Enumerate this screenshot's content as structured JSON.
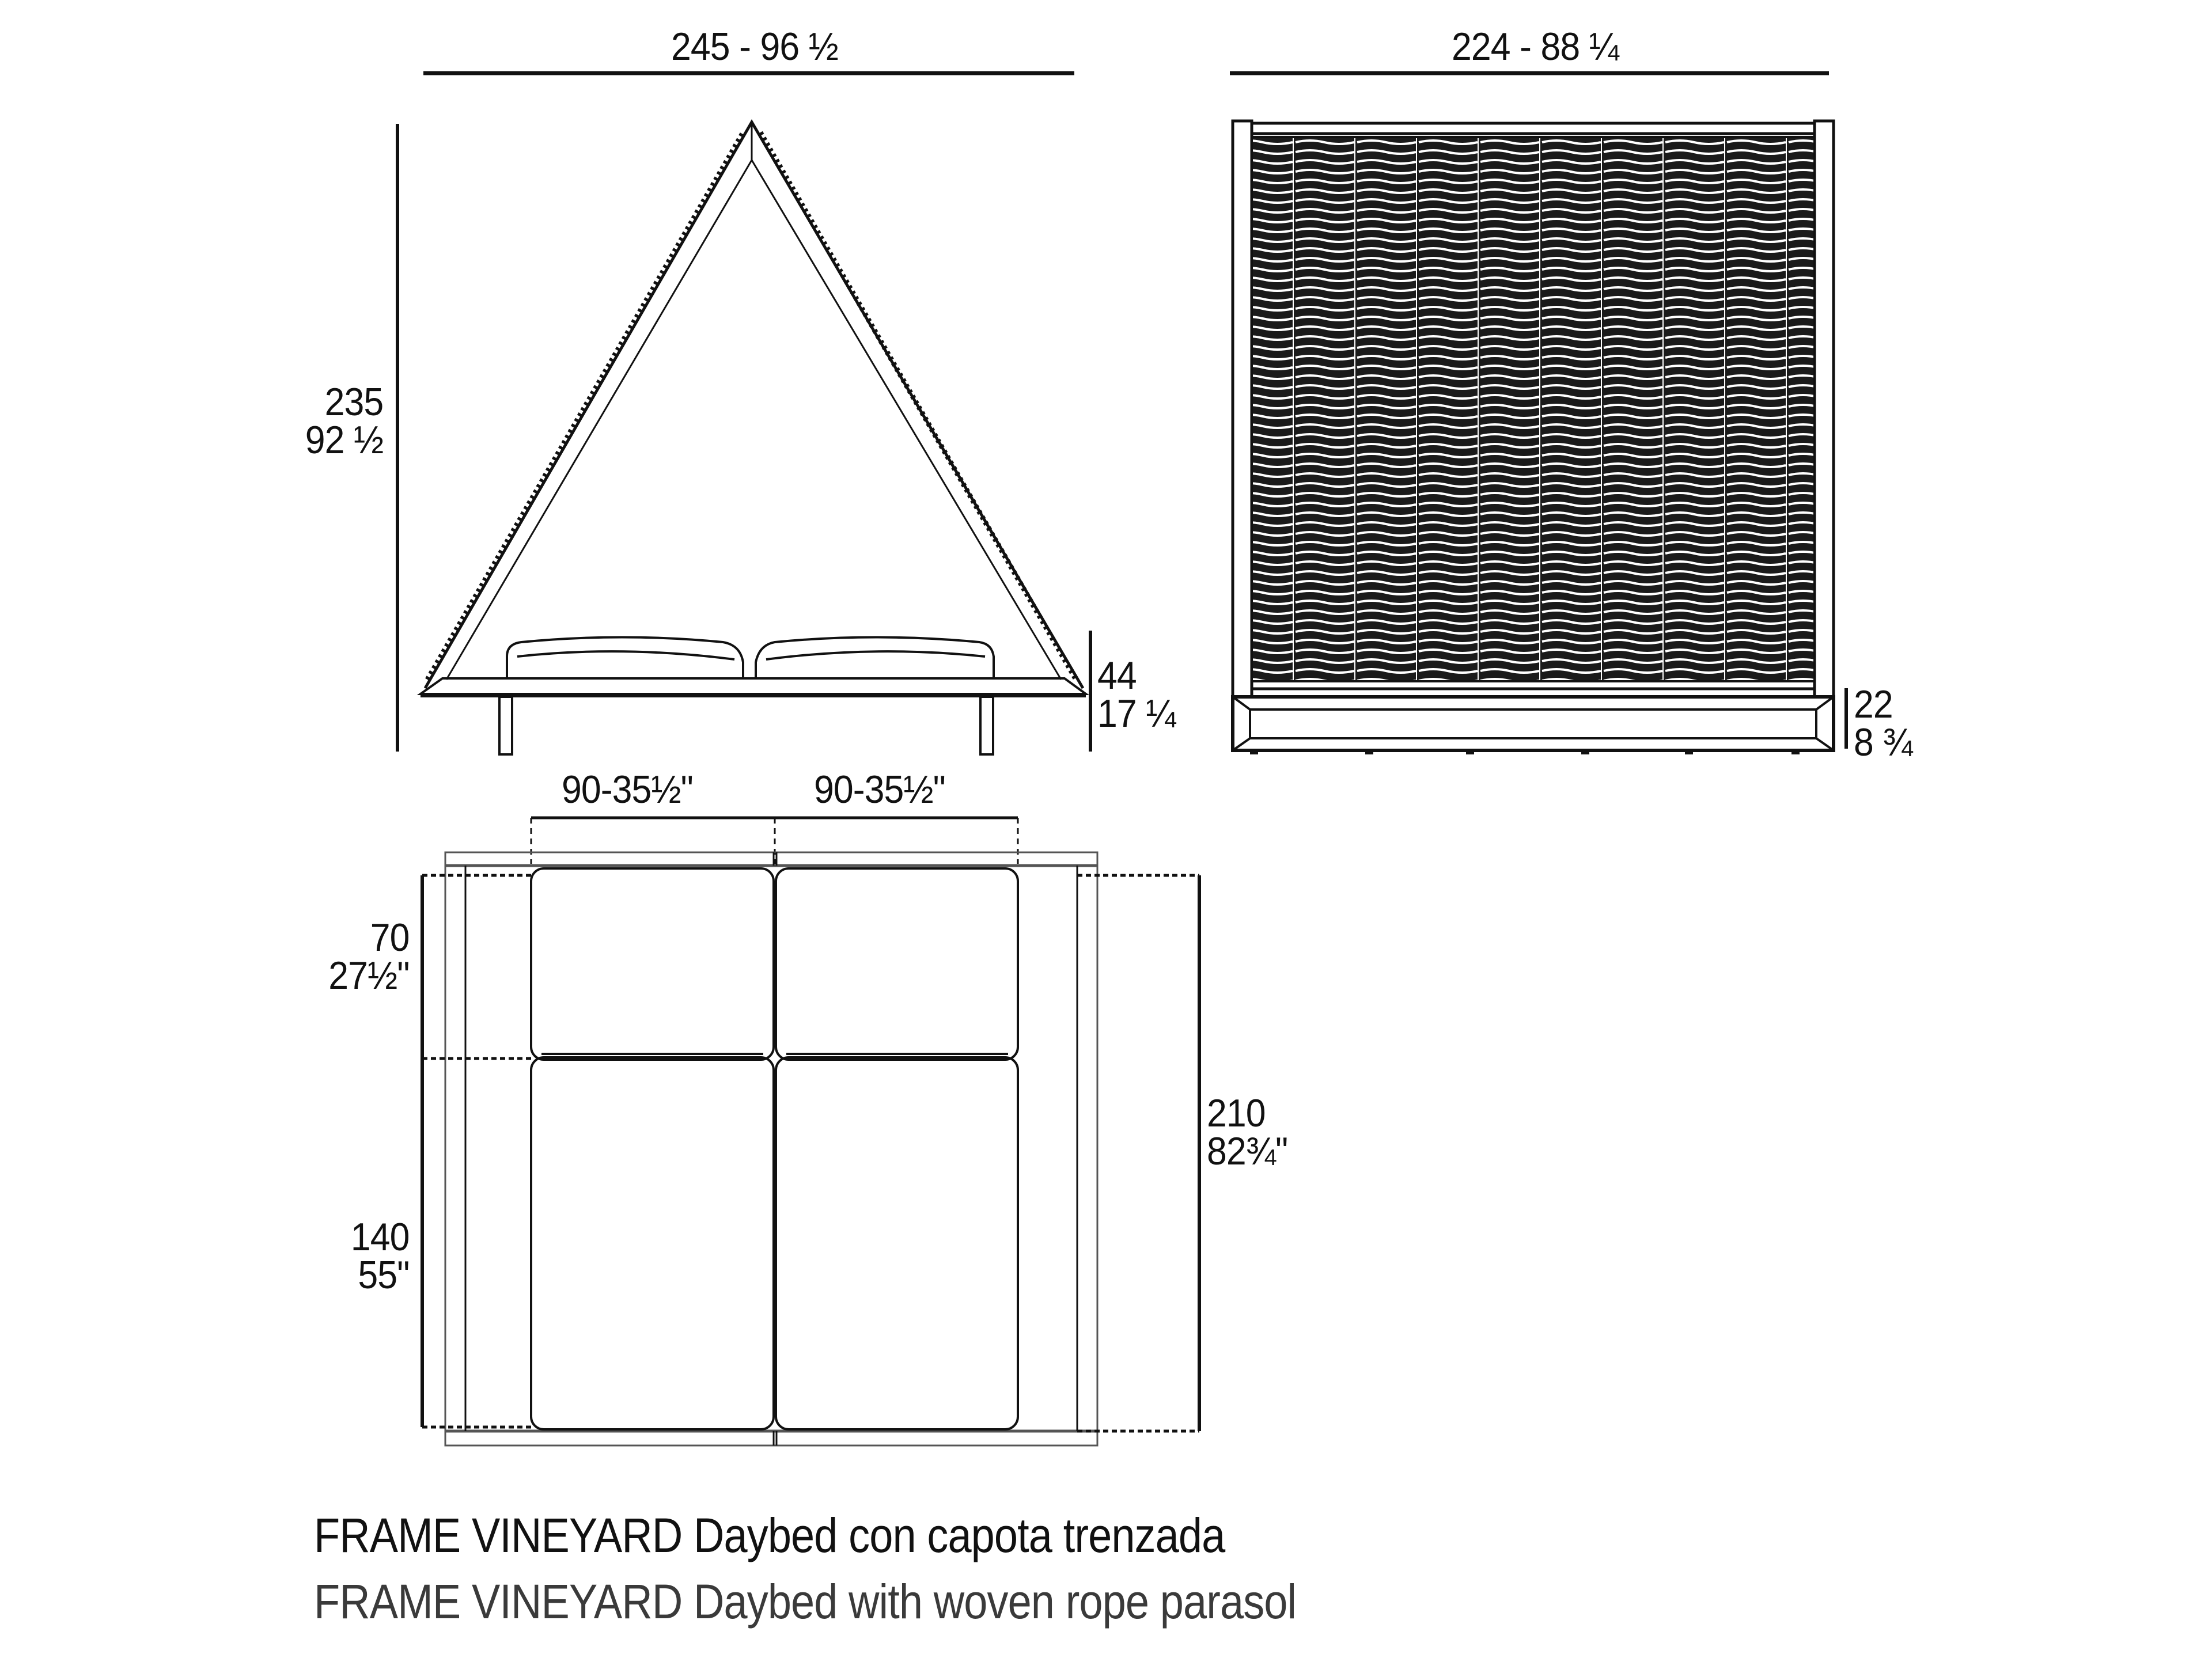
{
  "product": {
    "name": "FRAME VINEYARD",
    "caption_es": "FRAME VINEYARD Daybed con capota trenzada",
    "caption_en": "FRAME VINEYARD Daybed with woven rope parasol"
  },
  "front_view": {
    "width_label": "245 - 96 ½",
    "height_label_cm": "235",
    "height_label_in": "92 ½",
    "seat_height_cm": "44",
    "seat_height_in": "17 ¼"
  },
  "side_view": {
    "width_label": "224 - 88 ¼",
    "base_height_cm": "22",
    "base_height_in": "8 ¾"
  },
  "plan_view": {
    "cushion_width_left": "90-35½\"",
    "cushion_width_right": "90-35½\"",
    "back_depth_cm": "70",
    "back_depth_in": "27½\"",
    "seat_depth_cm": "140",
    "seat_depth_in": "55\"",
    "total_depth_cm": "210",
    "total_depth_in": "82¾\""
  },
  "colors": {
    "line": "#111111",
    "secondary_line": "#555555",
    "caption_secondary": "#3a3a3a",
    "background": "#ffffff"
  }
}
